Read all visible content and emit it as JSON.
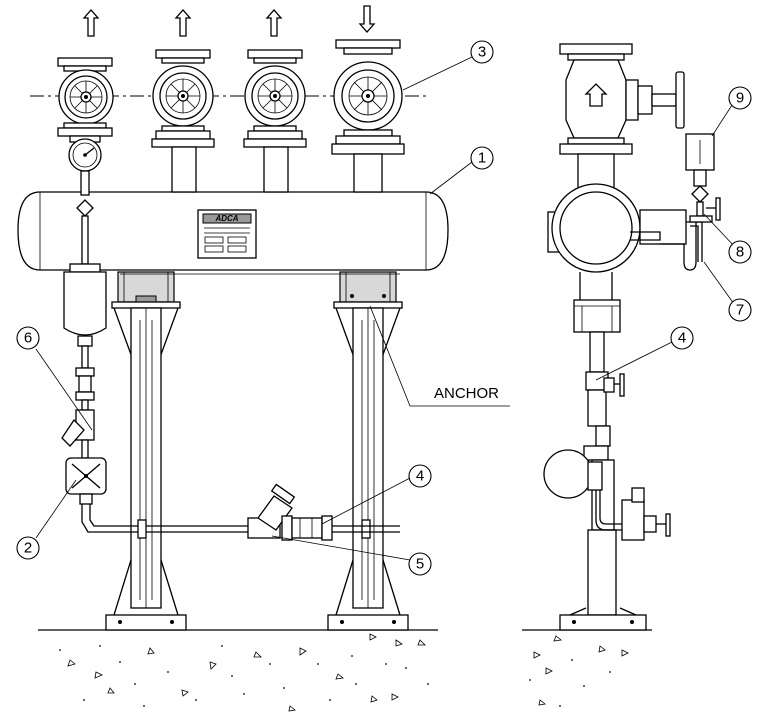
{
  "callouts": [
    {
      "id": "c1",
      "label": "1"
    },
    {
      "id": "c2",
      "label": "2"
    },
    {
      "id": "c3",
      "label": "3"
    },
    {
      "id": "c4a",
      "label": "4"
    },
    {
      "id": "c4b",
      "label": "4"
    },
    {
      "id": "c5",
      "label": "5"
    },
    {
      "id": "c6",
      "label": "6"
    },
    {
      "id": "c7",
      "label": "7"
    },
    {
      "id": "c8",
      "label": "8"
    },
    {
      "id": "c9",
      "label": "9"
    }
  ],
  "anchor_label": "ANCHOR",
  "nameplate_brand": "ADCA"
}
